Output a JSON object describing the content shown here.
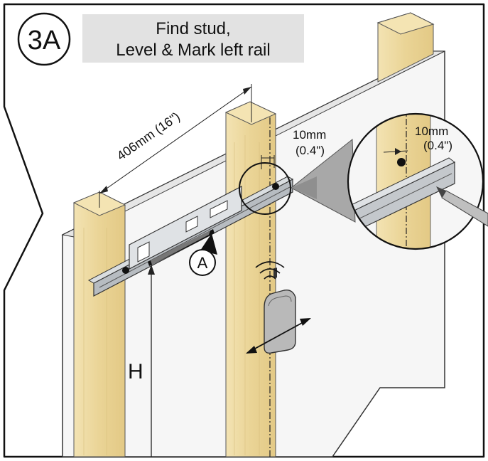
{
  "step": {
    "number": "3A",
    "title_line1": "Find stud,",
    "title_line2": "Level & Mark left rail"
  },
  "dimensions": {
    "stud_spacing": "406mm (16\")",
    "offset_mm": "10mm",
    "offset_in": "(0.4\")",
    "zoom_offset_mm": "10mm",
    "zoom_offset_in": "(0.4\")",
    "height_label": "H"
  },
  "callouts": {
    "part_a": "A"
  },
  "colors": {
    "wood": "#ecd9a0",
    "wood_dark": "#c9ae6c",
    "wall": "#f4f4f4",
    "metal": "#9da3a8",
    "title_bg": "#e2e2e2",
    "ink": "#111111"
  },
  "icons": [
    "stud-finder-icon",
    "pencil-icon",
    "magnifier-callout-icon",
    "double-arrow-icon"
  ]
}
